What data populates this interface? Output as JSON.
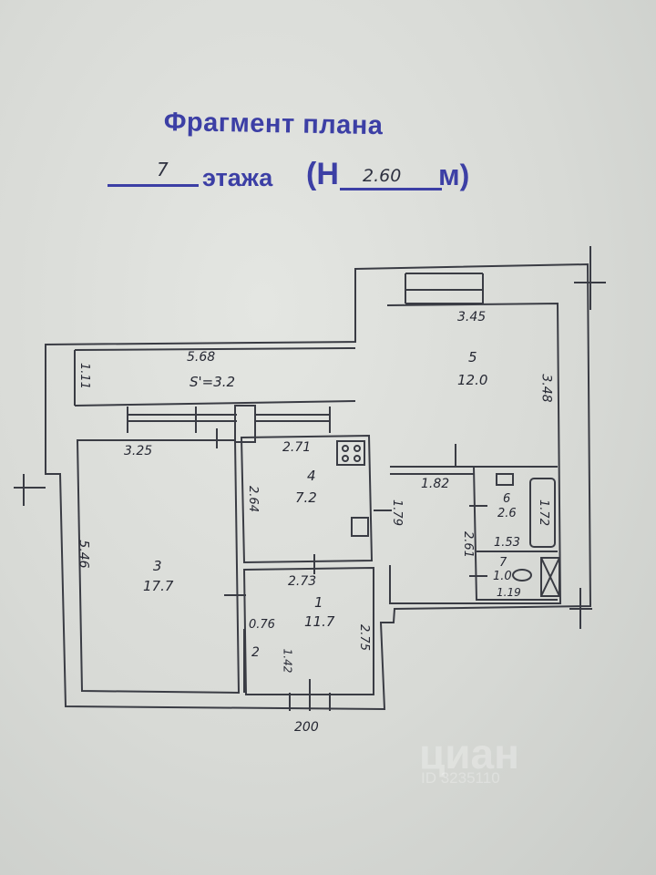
{
  "header": {
    "title": "Фрагмент плана",
    "floor_number": "7",
    "floor_word": "этажа",
    "height_open": "(Н",
    "height_value": "2.60",
    "height_unit": "м)"
  },
  "plan": {
    "area_label": "S'=3.2",
    "rooms": [
      {
        "number": "1",
        "area": "11.7"
      },
      {
        "number": "2",
        "area": ""
      },
      {
        "number": "3",
        "area": "17.7"
      },
      {
        "number": "4",
        "area": "7.2"
      },
      {
        "number": "5",
        "area": "12.0"
      },
      {
        "number": "6",
        "area": "2.6"
      },
      {
        "number": "7",
        "area": "1.0"
      }
    ],
    "dims": {
      "balcony_len": "5.68",
      "balcony_depth": "1.11",
      "room5_w": "3.45",
      "room5_h": "3.48",
      "room3_w": "3.25",
      "room3_h": "5.46",
      "room4_w": "2.71",
      "room4_h": "2.64",
      "hall_w": "1.82",
      "hall_h": "1.79",
      "bath_h": "2.61",
      "bath_w": "1.72",
      "bath_len": "1.53",
      "wc_w": "1.19",
      "room1_w": "2.73",
      "room1_h": "2.75",
      "room2_w": "0.76",
      "room2_h": "1.42",
      "entry": "200"
    }
  },
  "watermark": {
    "brand": "циан",
    "id": "ID 3235110"
  }
}
